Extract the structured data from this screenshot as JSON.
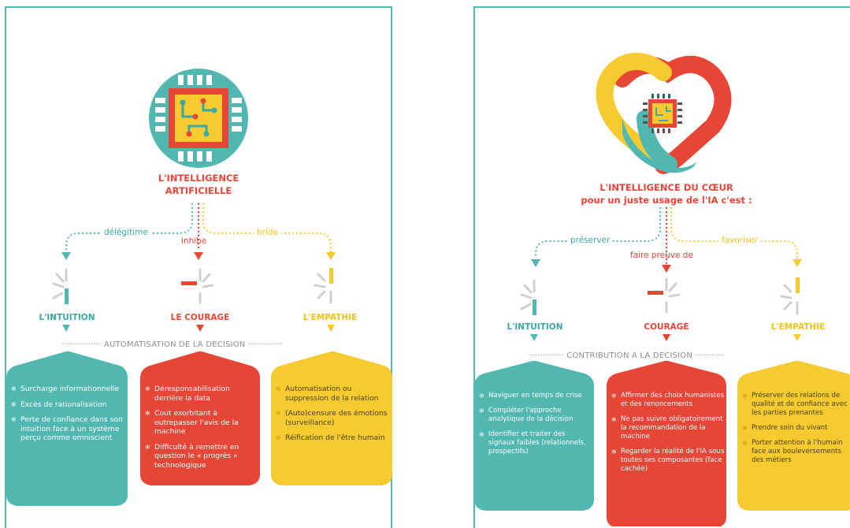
{
  "colors": {
    "teal": "#50b8b0",
    "red": "#e74637",
    "yellow": "#f7cb2f",
    "grey": "#8d8d8d"
  },
  "left": {
    "title_line1": "L'INTELLIGENCE",
    "title_line2": "ARTIFICIELLE",
    "verbs": {
      "left": "délégitime",
      "center": "inhibe",
      "right": "bride"
    },
    "traits": {
      "left": "L'INTUITION",
      "center": "LE COURAGE",
      "right": "L'EMPATHIE"
    },
    "separator": "··············· AUTOMATISATION DE LA DECISION ·············",
    "boxes": {
      "teal": [
        "Surcharge informationnelle",
        "Excès de rationalisation",
        "Perte de confiance dans son intuition face à un système perçu comme omniscient"
      ],
      "red": [
        "Déresponsabilisation derrière la data",
        "Cout exorbitant à outrepasser l'avis de la machine",
        "Difficulté à remettre en question le « progrès » technologique"
      ],
      "yellow": [
        "Automatisation ou suppression de la relation",
        "(Auto)censure des émotions (surveillance)",
        "Réification de l'être humain"
      ]
    }
  },
  "right": {
    "title_line1": "L'INTELLIGENCE DU CŒUR",
    "title_line2": "pour un juste usage de l'IA c'est :",
    "verbs": {
      "left": "préserver",
      "center": "faire preuve de",
      "right": "favoriser"
    },
    "traits": {
      "left": "L'INTUITION",
      "center": "COURAGE",
      "right": "L'EMPATHIE"
    },
    "separator": "·············     CONTRIBUTION A LA DECISION     ···········",
    "boxes": {
      "teal": [
        "Naviguer en temps de crise",
        "Compléter l'approche analytique de la décision",
        "Identifier et traiter des signaux faibles (relationnels, prospectifs)"
      ],
      "red": [
        "Affirmer des choix humanistes et des renoncements",
        "Ne pas suivre obligatoirement la recommandation de la machine",
        "Regarder la réalité de l'IA sous toutes ses composantes (face cachée)"
      ],
      "yellow": [
        "Préserver des relations de qualité et de confiance avec les parties prenantes",
        "Prendre soin du vivant",
        "Porter attention à l'humain face aux bouleversements des métiers"
      ]
    }
  }
}
